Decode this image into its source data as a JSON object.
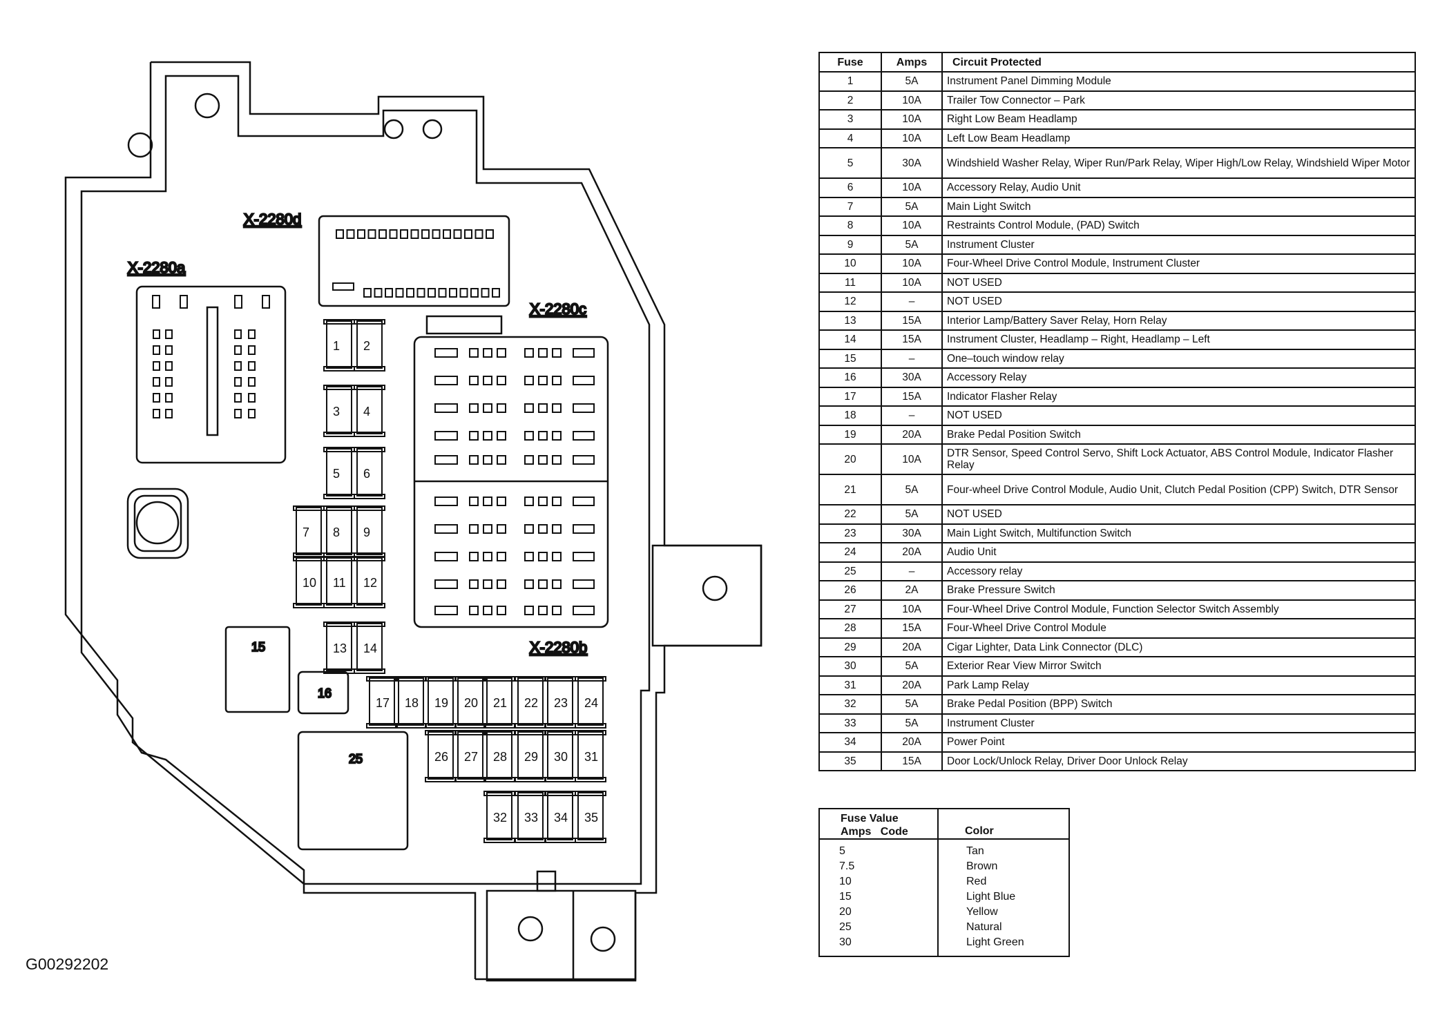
{
  "figure_id": "G00292202",
  "connectors": {
    "x2280a": "X-2280a",
    "x2280b": "X-2280b",
    "x2280c": "X-2280c",
    "x2280d": "X-2280d"
  },
  "diagram_fuse_labels": [
    "1",
    "2",
    "3",
    "4",
    "5",
    "6",
    "7",
    "8",
    "9",
    "10",
    "11",
    "12",
    "13",
    "14",
    "17",
    "18",
    "19",
    "20",
    "21",
    "22",
    "23",
    "24",
    "26",
    "27",
    "28",
    "29",
    "30",
    "31",
    "32",
    "33",
    "34",
    "35"
  ],
  "diagram_relay_labels": [
    "15",
    "16",
    "25"
  ],
  "fuse_table": {
    "headers": {
      "fuse": "Fuse",
      "amps": "Amps",
      "circuit": "Circuit Protected"
    },
    "rows": [
      {
        "fuse": "1",
        "amps": "5A",
        "circuit": "Instrument Panel Dimming Module"
      },
      {
        "fuse": "2",
        "amps": "10A",
        "circuit": "Trailer Tow Connector – Park"
      },
      {
        "fuse": "3",
        "amps": "10A",
        "circuit": "Right Low Beam Headlamp"
      },
      {
        "fuse": "4",
        "amps": "10A",
        "circuit": "Left Low Beam Headlamp"
      },
      {
        "fuse": "5",
        "amps": "30A",
        "circuit": "Windshield Washer Relay, Wiper Run/Park Relay, Wiper High/Low Relay, Windshield Wiper Motor"
      },
      {
        "fuse": "6",
        "amps": "10A",
        "circuit": "Accessory Relay, Audio Unit"
      },
      {
        "fuse": "7",
        "amps": "5A",
        "circuit": "Main Light Switch"
      },
      {
        "fuse": "8",
        "amps": "10A",
        "circuit": "Restraints Control Module, (PAD) Switch"
      },
      {
        "fuse": "9",
        "amps": "5A",
        "circuit": "Instrument Cluster"
      },
      {
        "fuse": "10",
        "amps": "10A",
        "circuit": "Four-Wheel Drive Control Module, Instrument Cluster"
      },
      {
        "fuse": "11",
        "amps": "10A",
        "circuit": "NOT USED"
      },
      {
        "fuse": "12",
        "amps": "–",
        "circuit": "NOT USED"
      },
      {
        "fuse": "13",
        "amps": "15A",
        "circuit": "Interior Lamp/Battery Saver Relay, Horn Relay"
      },
      {
        "fuse": "14",
        "amps": "15A",
        "circuit": "Instrument Cluster, Headlamp – Right, Headlamp – Left"
      },
      {
        "fuse": "15",
        "amps": "–",
        "circuit": "One–touch window relay"
      },
      {
        "fuse": "16",
        "amps": "30A",
        "circuit": "Accessory Relay"
      },
      {
        "fuse": "17",
        "amps": "15A",
        "circuit": "Indicator Flasher Relay"
      },
      {
        "fuse": "18",
        "amps": "–",
        "circuit": "NOT USED"
      },
      {
        "fuse": "19",
        "amps": "20A",
        "circuit": "Brake Pedal Position Switch"
      },
      {
        "fuse": "20",
        "amps": "10A",
        "circuit": "DTR Sensor, Speed Control Servo, Shift Lock Actuator, ABS Control Module, Indicator Flasher Relay"
      },
      {
        "fuse": "21",
        "amps": "5A",
        "circuit": "Four-wheel Drive Control Module, Audio Unit, Clutch Pedal Position (CPP) Switch, DTR Sensor"
      },
      {
        "fuse": "22",
        "amps": "5A",
        "circuit": "NOT USED"
      },
      {
        "fuse": "23",
        "amps": "30A",
        "circuit": "Main Light Switch, Multifunction Switch"
      },
      {
        "fuse": "24",
        "amps": "20A",
        "circuit": "Audio Unit"
      },
      {
        "fuse": "25",
        "amps": "–",
        "circuit": "Accessory relay"
      },
      {
        "fuse": "26",
        "amps": "2A",
        "circuit": "Brake Pressure Switch"
      },
      {
        "fuse": "27",
        "amps": "10A",
        "circuit": "Four-Wheel Drive Control Module, Function Selector Switch Assembly"
      },
      {
        "fuse": "28",
        "amps": "15A",
        "circuit": "Four-Wheel Drive Control Module"
      },
      {
        "fuse": "29",
        "amps": "20A",
        "circuit": "Cigar Lighter, Data Link Connector (DLC)"
      },
      {
        "fuse": "30",
        "amps": "5A",
        "circuit": "Exterior Rear View Mirror Switch"
      },
      {
        "fuse": "31",
        "amps": "20A",
        "circuit": "Park Lamp Relay"
      },
      {
        "fuse": "32",
        "amps": "5A",
        "circuit": "Brake Pedal Position (BPP) Switch"
      },
      {
        "fuse": "33",
        "amps": "5A",
        "circuit": "Instrument Cluster"
      },
      {
        "fuse": "34",
        "amps": "20A",
        "circuit": "Power Point"
      },
      {
        "fuse": "35",
        "amps": "15A",
        "circuit": "Door Lock/Unlock Relay, Driver Door Unlock Relay"
      }
    ]
  },
  "legend": {
    "header_value_line1": "Fuse Value",
    "header_value_line2": "Amps   Code",
    "header_color": "Color",
    "values": [
      "5",
      "7.5",
      "10",
      "15",
      "20",
      "25",
      "30"
    ],
    "colors": [
      "Tan",
      "Brown",
      "Red",
      "Light Blue",
      "Yellow",
      "Natural",
      "Light Green"
    ]
  }
}
